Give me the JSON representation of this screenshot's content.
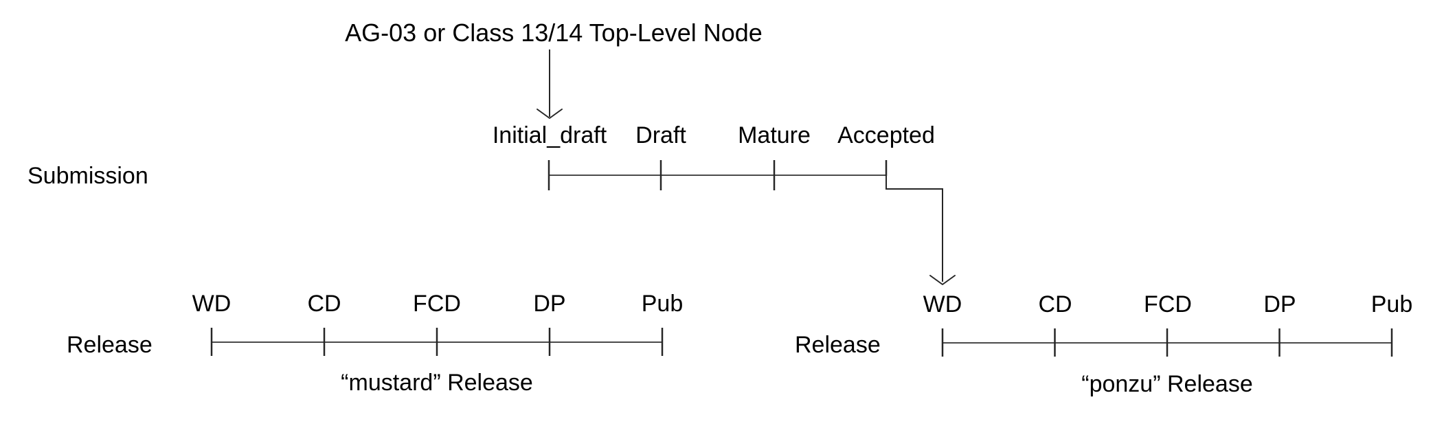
{
  "title": "AG-03 or Class 13/14 Top-Level Node",
  "submission": {
    "row_label": "Submission",
    "stages": [
      "Initial_draft",
      "Draft",
      "Mature",
      "Accepted"
    ]
  },
  "release_mustard": {
    "row_label": "Release",
    "stages": [
      "WD",
      "CD",
      "FCD",
      "DP",
      "Pub"
    ],
    "caption": "“mustard” Release"
  },
  "release_ponzu": {
    "row_label": "Release",
    "stages": [
      "WD",
      "CD",
      "FCD",
      "DP",
      "Pub"
    ],
    "caption": "“ponzu” Release"
  },
  "colors": {
    "text": "#000000",
    "timeline_line": "#4a4a4a",
    "tick": "#262626",
    "background": "#ffffff"
  }
}
